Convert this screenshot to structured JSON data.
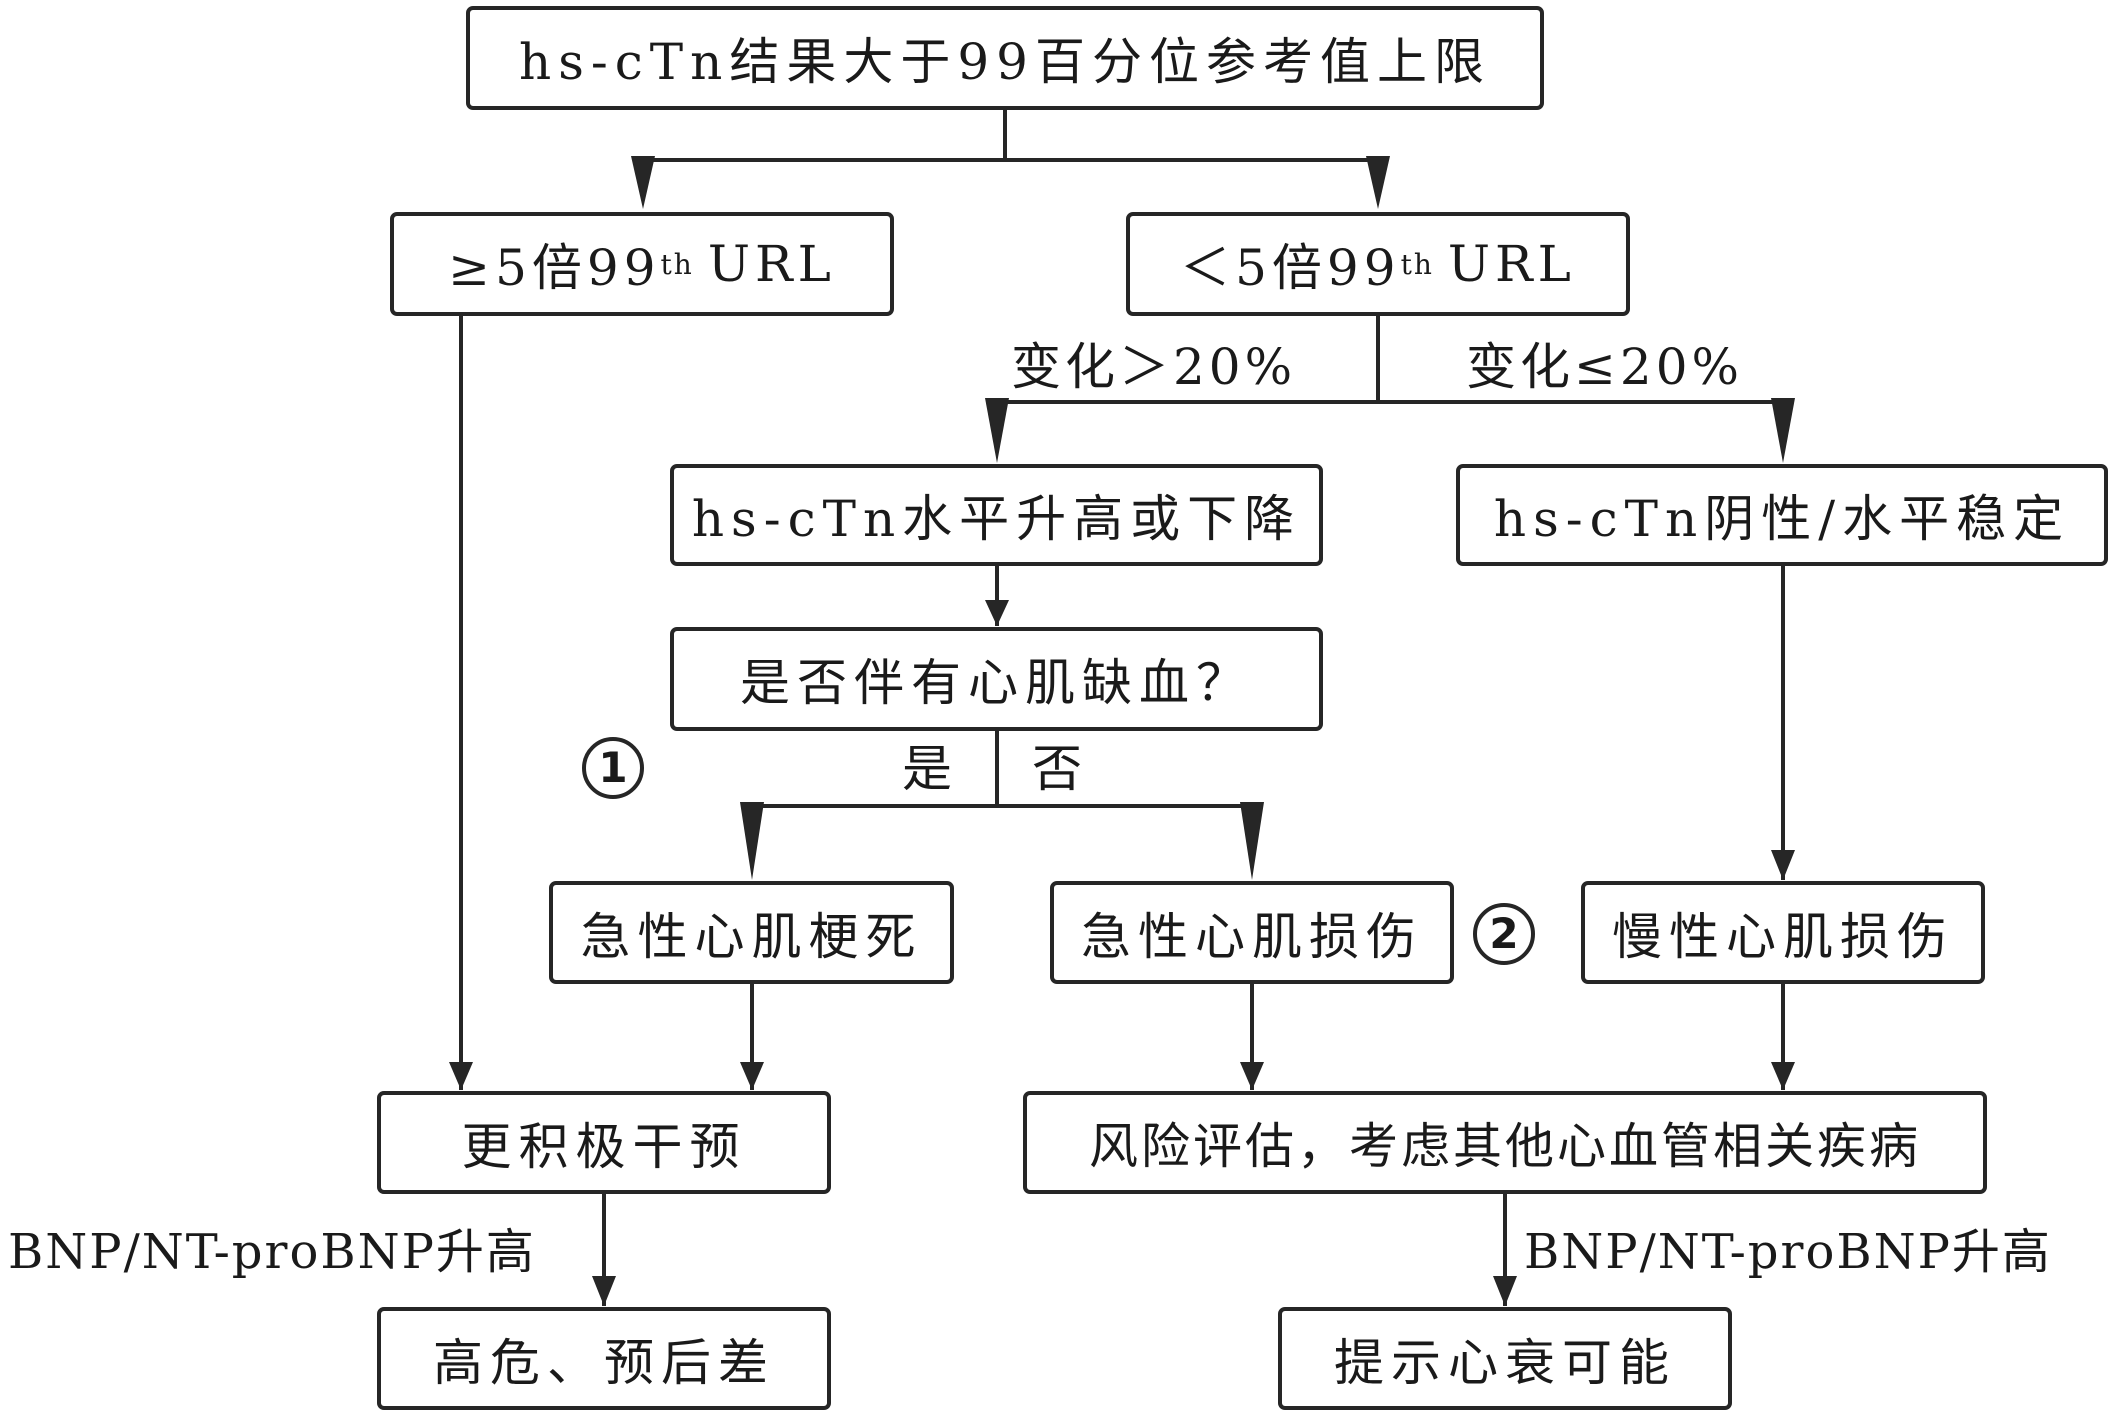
{
  "colors": {
    "stroke": "#262626",
    "text": "#1a1a1a",
    "background": "#ffffff"
  },
  "boxes": {
    "top": "hs-cTn结果大于99百分位参考值上限",
    "ge5": {
      "prefix": "≥5倍99",
      "sup": "th",
      "suffix": "URL"
    },
    "lt5": {
      "prefix": "＜5倍99",
      "sup": "th",
      "suffix": "URL"
    },
    "rise_fall": "hs-cTn水平升高或下降",
    "negative_stable": "hs-cTn阴性/水平稳定",
    "ischemia_question": "是否伴有心肌缺血？",
    "ami": "急性心肌梗死",
    "acute_injury": "急性心肌损伤",
    "chronic_injury": "慢性心肌损伤",
    "aggressive_intervention": "更积极干预",
    "risk_assessment": "风险评估，考虑其他心血管相关疾病",
    "high_risk": "高危、预后差",
    "heart_failure": "提示心衰可能"
  },
  "labels": {
    "change_gt": "变化＞20%",
    "change_le": "变化≤20%",
    "yes": "是",
    "no": "否",
    "bnp_left": "BNP/NT-proBNP升高",
    "bnp_right": "BNP/NT-proBNP升高",
    "marker_1": "1",
    "marker_2": "2"
  }
}
